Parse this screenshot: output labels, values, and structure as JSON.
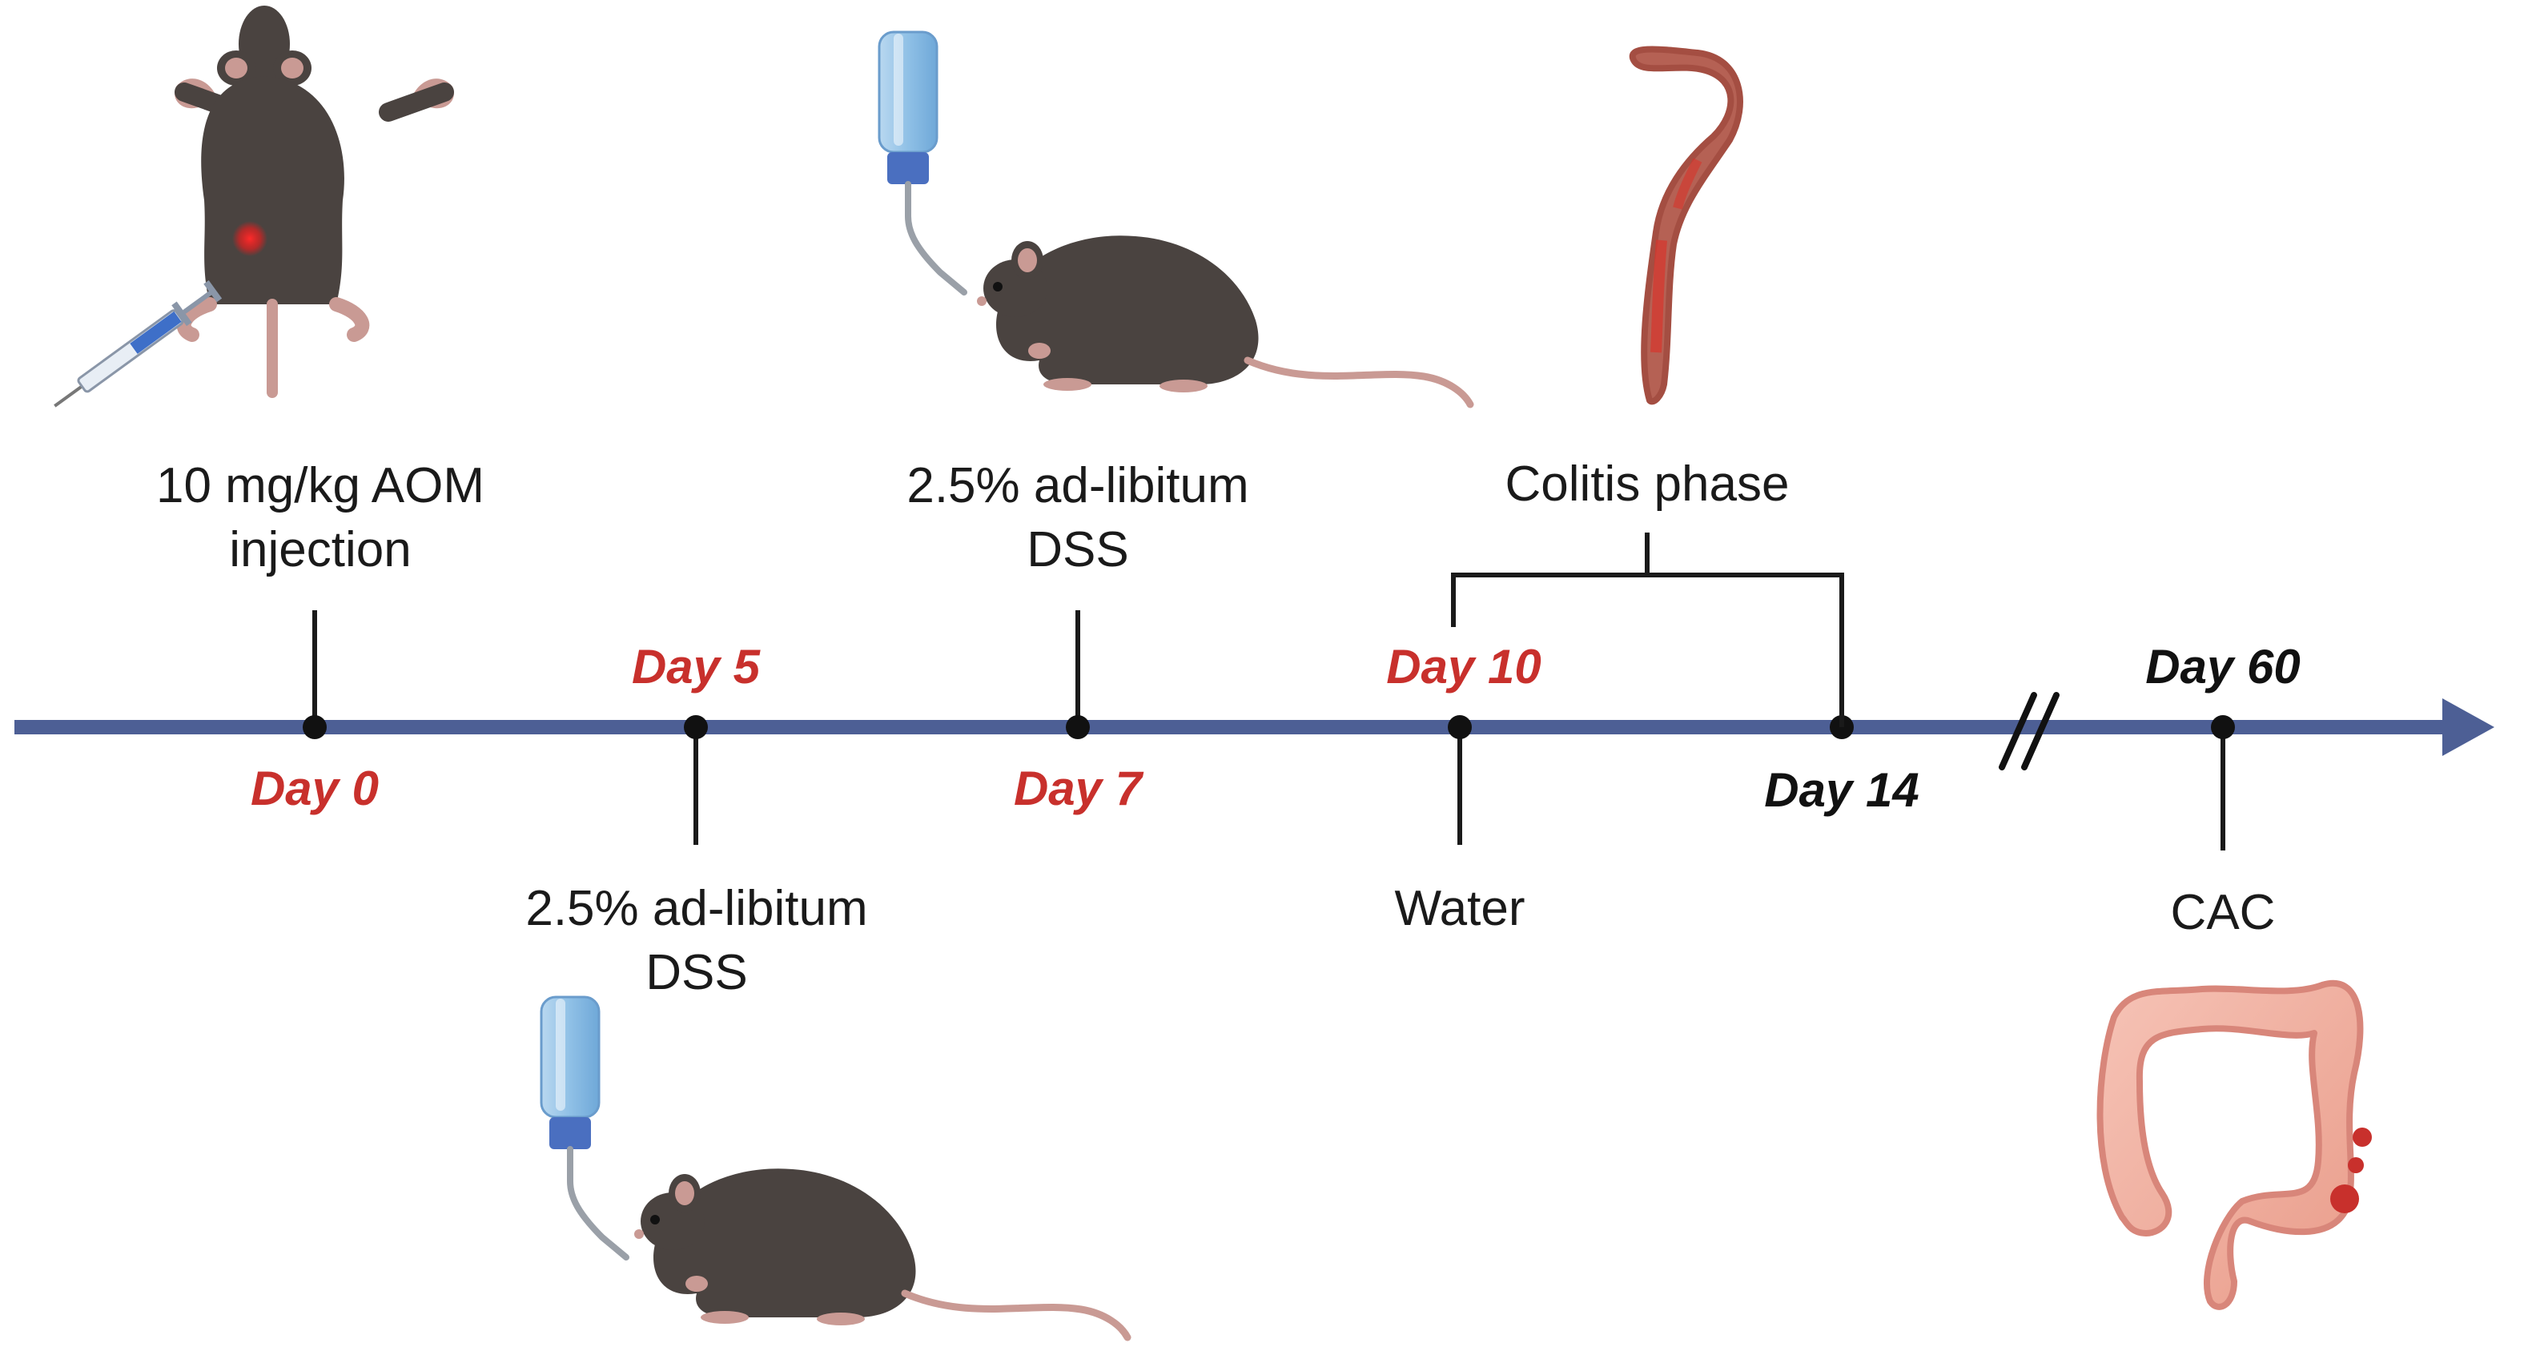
{
  "colors": {
    "axis": "#4d5f95",
    "red_day": "#c8302c",
    "black_day": "#111111",
    "bracket": "#1a1a1a"
  },
  "timeline": {
    "days": [
      {
        "id": "day0",
        "label": "Day 0",
        "color": "red"
      },
      {
        "id": "day5",
        "label": "Day 5",
        "color": "red"
      },
      {
        "id": "day7",
        "label": "Day 7",
        "color": "red"
      },
      {
        "id": "day10",
        "label": "Day 10",
        "color": "red"
      },
      {
        "id": "day14",
        "label": "Day 14",
        "color": "black"
      },
      {
        "id": "day60",
        "label": "Day 60",
        "color": "black"
      }
    ],
    "break_mark": "//"
  },
  "events": {
    "aom": {
      "line1": "10 mg/kg AOM",
      "line2": "injection",
      "icon": "mouse-syringe-icon"
    },
    "dss_day5": {
      "line1": "2.5% ad-libitum",
      "line2": "DSS",
      "icon": "mouse-water-bottle-icon"
    },
    "dss_day7": {
      "line1": "2.5% ad-libitum",
      "line2": "DSS",
      "icon": "mouse-water-bottle-icon"
    },
    "water": {
      "label": "Water"
    },
    "colitis": {
      "label": "Colitis phase",
      "icon": "inflamed-colon-icon"
    },
    "cac": {
      "label": "CAC",
      "icon": "colon-tumor-icon"
    }
  }
}
